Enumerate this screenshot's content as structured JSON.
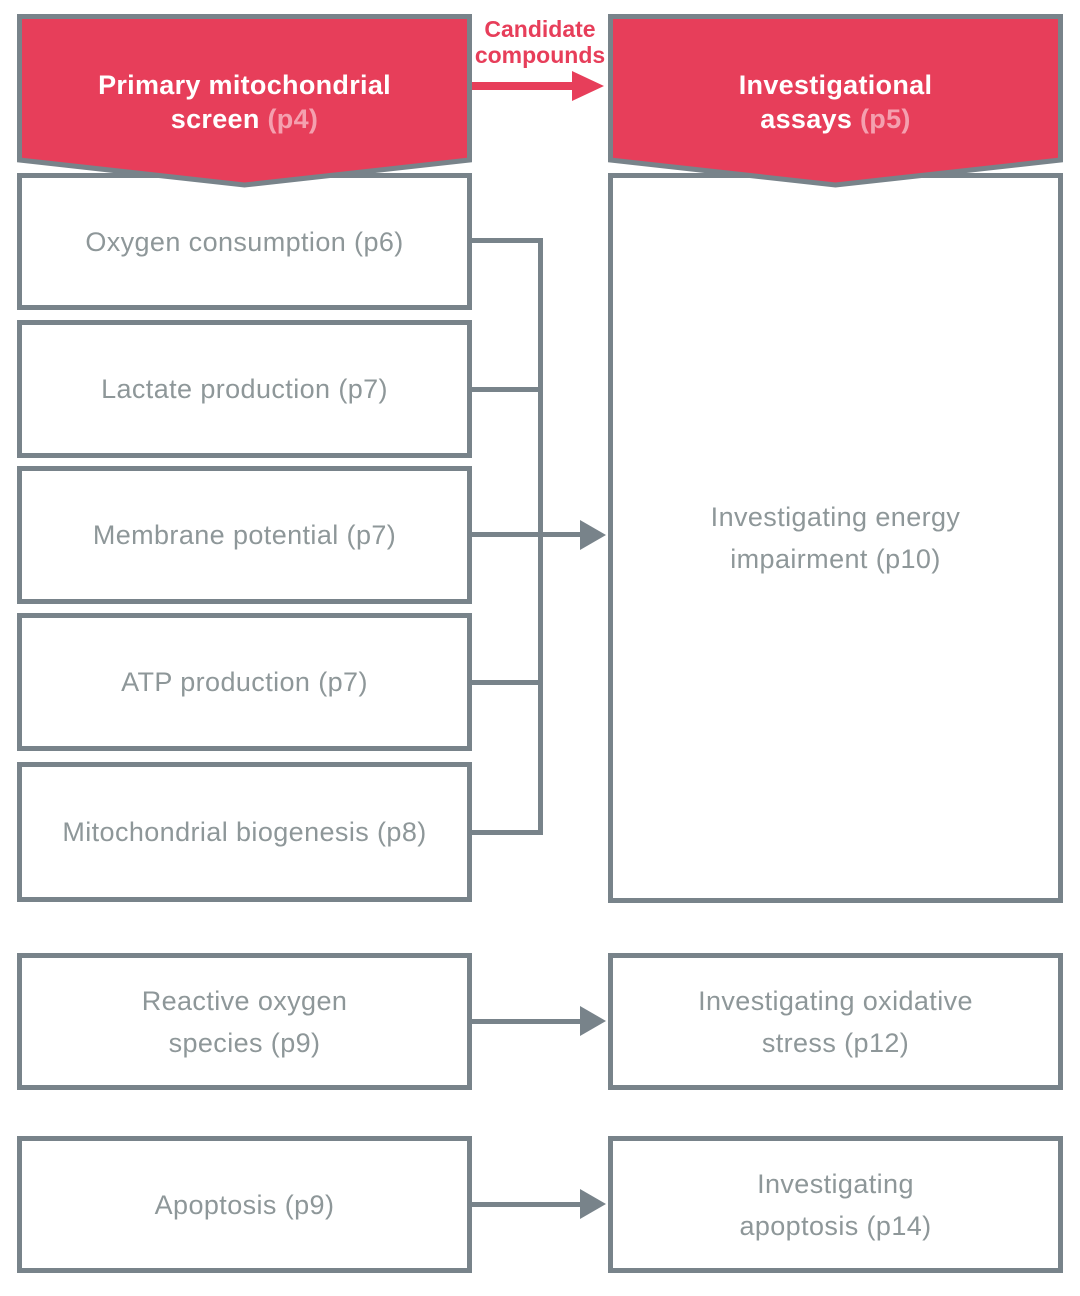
{
  "colors": {
    "red": "#e73e5a",
    "pink": "#f4a0af",
    "border_gray": "#78838a",
    "text_gray": "#8e9799"
  },
  "flow_label": {
    "text": "Candidate\ncompounds"
  },
  "banners": {
    "left": {
      "title_line1": "Primary mitochondrial",
      "title_line2": "screen",
      "page_ref": "(p4)"
    },
    "right": {
      "title_line1": "Investigational",
      "title_line2": "assays",
      "page_ref": "(p5)"
    }
  },
  "screen_boxes": [
    {
      "label": "Oxygen consumption (p6)"
    },
    {
      "label": "Lactate production (p7)"
    },
    {
      "label": "Membrane potential (p7)"
    },
    {
      "label": "ATP production (p7)"
    },
    {
      "label": "Mitochondrial biogenesis (p8)"
    },
    {
      "label": "Reactive oxygen\nspecies (p9)"
    },
    {
      "label": "Apoptosis (p9)"
    }
  ],
  "assay_boxes": [
    {
      "label": "Investigating energy\nimpairment (p10)"
    },
    {
      "label": "Investigating oxidative\nstress (p12)"
    },
    {
      "label": "Investigating\napoptosis (p14)"
    }
  ]
}
